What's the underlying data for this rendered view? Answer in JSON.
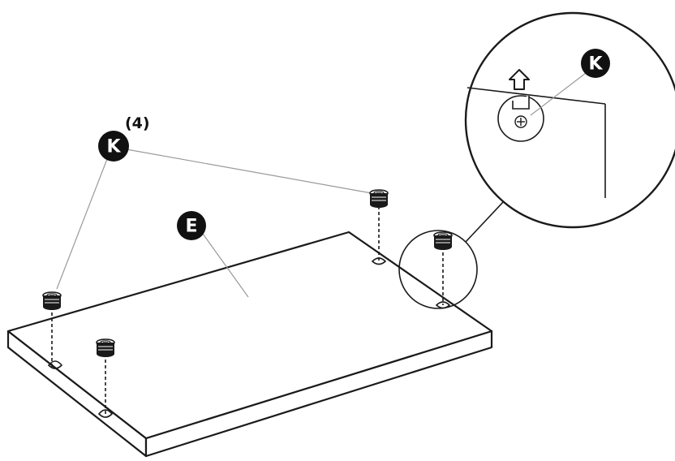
{
  "callouts": {
    "part_k_label": "K",
    "part_k_quantity": "(4)",
    "part_e_label": "E",
    "detail_k_label": "K"
  },
  "colors": {
    "ink": "#1a1a1a",
    "leader": "#9a9a9a",
    "bubble": "#111111",
    "paper": "#ffffff"
  },
  "icons": [
    "cam-lock-icon",
    "arrow-up-icon",
    "screw-head-icon"
  ]
}
